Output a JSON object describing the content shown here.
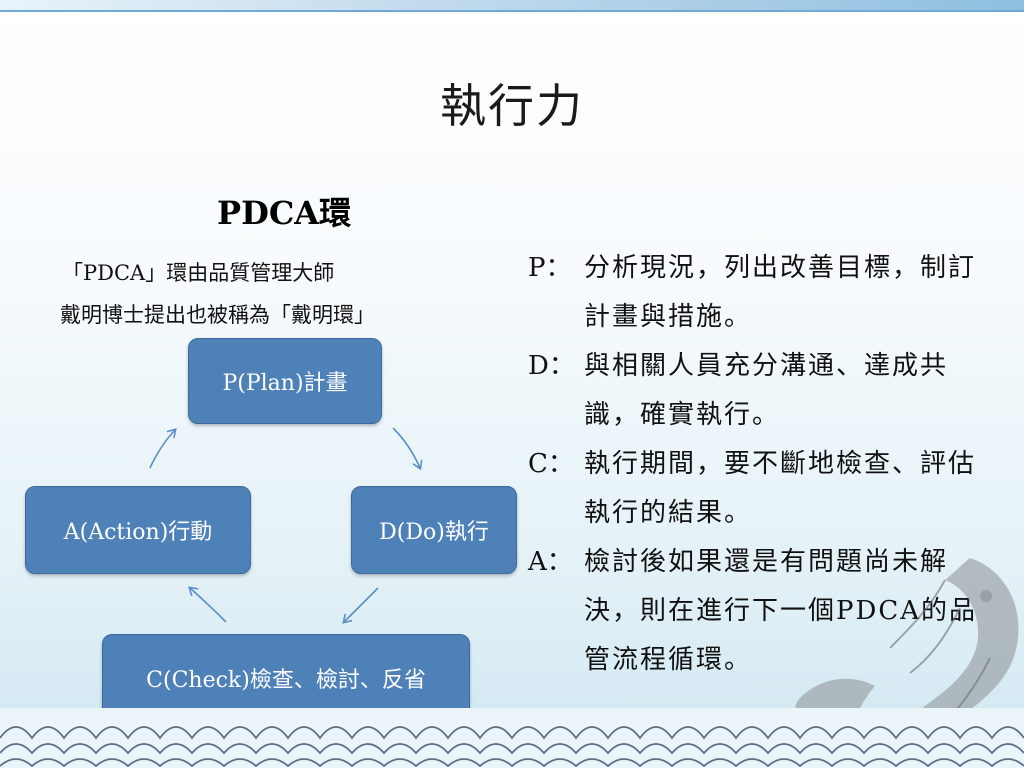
{
  "slide": {
    "title": "執行力",
    "subtitle": "PDCA環",
    "intro_lines": [
      "「PDCA」環由品質管理大師",
      "戴明博士提出也被稱為「戴明環」"
    ]
  },
  "cycle": {
    "plan": "P(Plan)計畫",
    "do": "D(Do)執行",
    "check": "C(Check)檢查、檢討、反省",
    "action": "A(Action)行動"
  },
  "descriptions": [
    {
      "label": "P：",
      "text": "分析現況，列出改善目標，制訂計畫與措施。"
    },
    {
      "label": "D：",
      "text": "與相關人員充分溝通、達成共識，確實執行。"
    },
    {
      "label": "C：",
      "text": "執行期間，要不斷地檢查、評估執行的結果。"
    },
    {
      "label": "A：",
      "text": "檢討後如果還是有問題尚未解決，則在進行下一個PDCA的品管流程循環。"
    }
  ],
  "colors": {
    "box": "#4f81b9",
    "arrow": "#5b8fc4"
  }
}
